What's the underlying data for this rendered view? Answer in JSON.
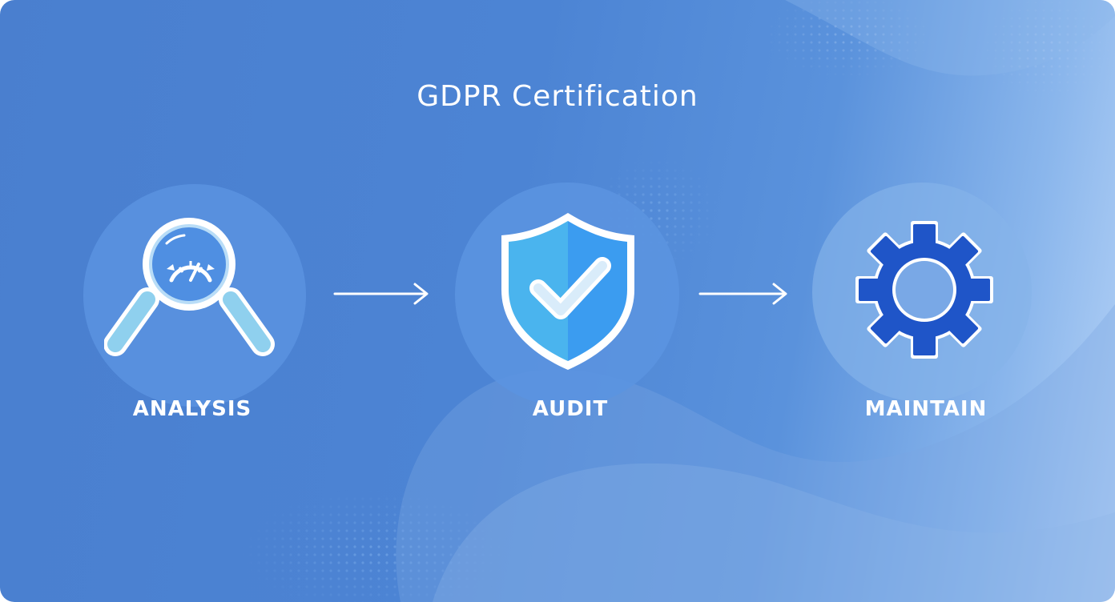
{
  "title": "GDPR Certification",
  "steps": [
    {
      "label": "ANALYSIS",
      "icon": "magnifier-gauge-icon"
    },
    {
      "label": "AUDIT",
      "icon": "shield-check-icon"
    },
    {
      "label": "MAINTAIN",
      "icon": "gear-icon"
    }
  ],
  "colors": {
    "background_start": "#4a7fcf",
    "background_end": "#b5d2f6",
    "circle_fill": "#5b93e0",
    "shield_left": "#4ab4ee",
    "shield_right": "#3b9cf0",
    "gear": "#1f55c8",
    "text": "#ffffff"
  }
}
